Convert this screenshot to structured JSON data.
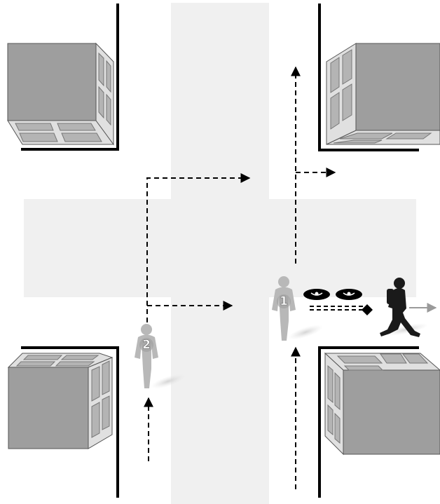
{
  "scene": {
    "type": "street-intersection-illustration",
    "colors": {
      "road": "#f0f0f0",
      "curb": "#000000",
      "building_side": "#9e9e9e",
      "building_face": "#e0e0e0",
      "window": "#b4b4b4",
      "ghost_pedestrian": "#b8b8b8",
      "walking_person": "#1a1a1a",
      "path_line": "#000000",
      "gray_arrow": "#9a9a9a"
    },
    "pedestrians": [
      {
        "label": "1"
      },
      {
        "label": "2"
      }
    ],
    "icons": [
      "eye-icon",
      "eye-icon",
      "walking-person-icon",
      "right-arrow-icon"
    ]
  }
}
